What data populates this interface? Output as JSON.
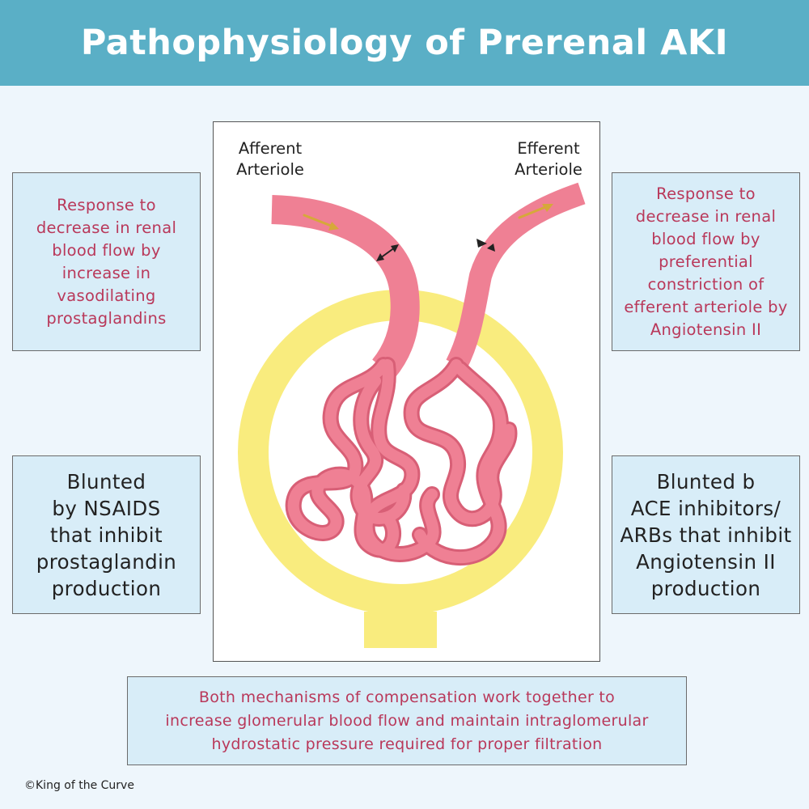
{
  "header": {
    "title": "Pathophysiology of Prerenal AKI"
  },
  "boxes": {
    "top_left": "Response to\ndecrease in renal\nblood flow by\nincrease in\nvasodilating\nprostaglandins",
    "top_right": "Response to\ndecrease in renal\nblood flow by\npreferential\nconstriction of\nefferent arteriole by\nAngiotensin II",
    "bottom_left": "Blunted\nby NSAIDS\nthat inhibit\nprostaglandin\nproduction",
    "bottom_right": "Blunted b\nACE inhibitors/\nARBs that inhibit\nAngiotensin II\nproduction",
    "bottom": "Both mechanisms of compensation work together to\nincrease glomerular blood flow and maintain intraglomerular\nhydrostatic pressure required for proper filtration"
  },
  "diagram": {
    "afferent_label": "Afferent\nArteriole",
    "efferent_label": "Efferent\nArteriole"
  },
  "colors": {
    "header": "#5aafc6",
    "box_fill": "#d8edf8",
    "pink_text": "#b9385a",
    "vessel": "#ef8094",
    "capsule": "#f9ec7e",
    "flow_arrow": "#d6a83a"
  },
  "footer": {
    "copyright": "©King of the Curve"
  }
}
